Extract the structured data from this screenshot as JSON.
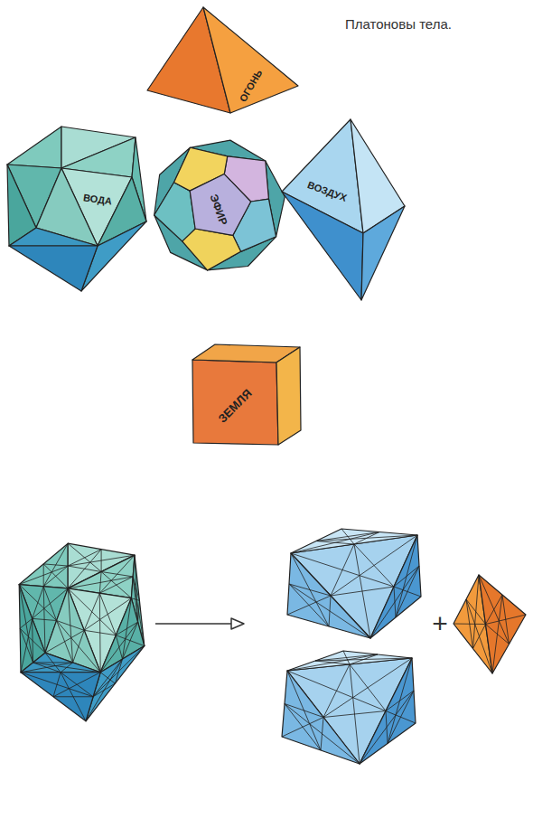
{
  "diagram": {
    "title": "Платоновы тела.",
    "nodes": [
      {
        "text": [
          "ОГОНЬ"
        ]
      },
      {
        "text": [
          "ВОДА"
        ]
      },
      {
        "text": [
          "ЭФИР"
        ]
      },
      {
        "text": [
          "ВОЗДУХ"
        ]
      },
      {
        "text": [
          "ЗЕМЛЯ"
        ]
      }
    ],
    "labels": [
      "+"
    ]
  }
}
